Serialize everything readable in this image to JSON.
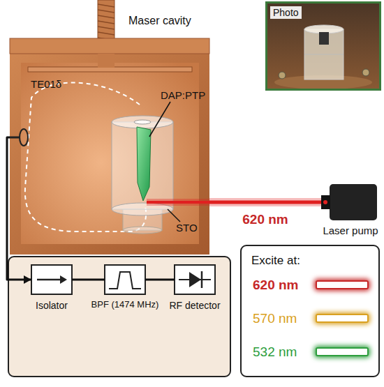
{
  "diagram": {
    "nodes": [
      {
        "text": [
          "Maser cavity"
        ]
      },
      {
        "text": [
          "Photo"
        ]
      },
      {
        "text": [
          "Laser pump"
        ]
      },
      {
        "text": [
          "Isolator"
        ]
      },
      {
        "text": [
          "BPF (1474 MHz)"
        ]
      },
      {
        "text": [
          "RF detector"
        ]
      }
    ],
    "edges": [
      {
        "from": 2,
        "to": 0,
        "arrow": "none",
        "label": "620 nm"
      },
      {
        "from": 0,
        "to": 3,
        "arrow": "to"
      },
      {
        "from": 3,
        "to": 4,
        "arrow": "none"
      },
      {
        "from": 4,
        "to": 5,
        "arrow": "none"
      }
    ],
    "labels": [
      "DAP:PTP",
      "TE01δ",
      "STO",
      "Excite at:"
    ],
    "legend": [
      {
        "text": "620 nm",
        "color": "#c62828"
      },
      {
        "text": "570 nm",
        "color": "#d9a020"
      },
      {
        "text": "532 nm",
        "color": "#2e9e3e"
      }
    ]
  }
}
